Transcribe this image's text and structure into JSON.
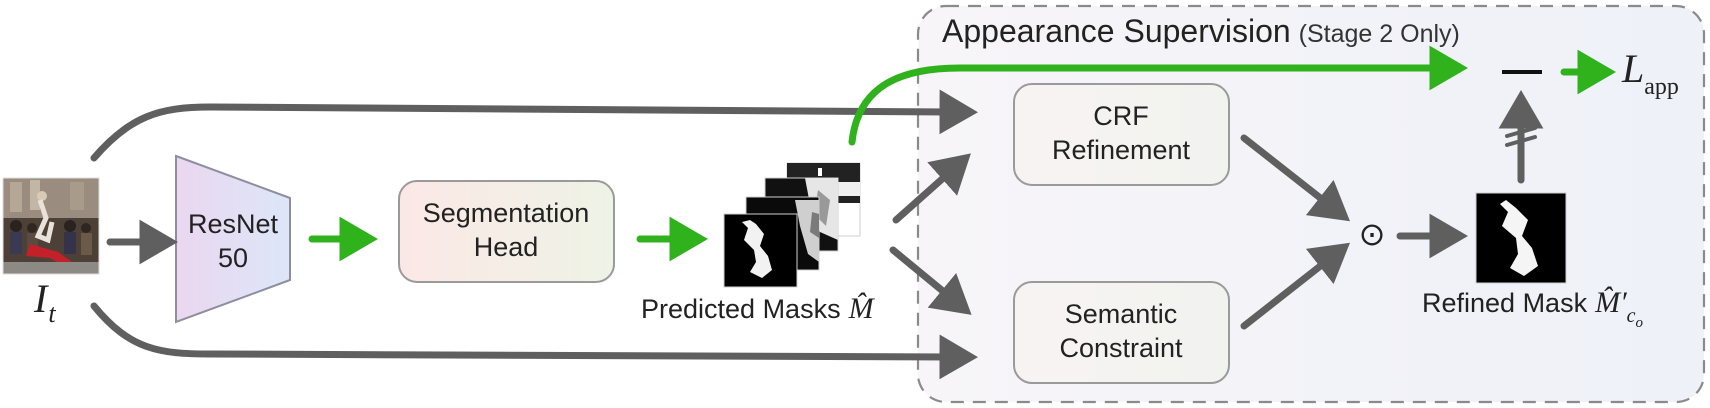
{
  "colors": {
    "arrow_gray": "#5f5f5f",
    "arrow_green": "#2fb21c",
    "panel_border": "#8a8a8a",
    "box_border": "#9a9a9a",
    "text": "#222222"
  },
  "panel": {
    "title": "Appearance Supervision",
    "subtitle": "(Stage 2 Only)"
  },
  "input": {
    "label": "I",
    "subscript": "t",
    "image_icon": "street-dance-photo"
  },
  "resnet": {
    "line1": "ResNet",
    "line2": "50"
  },
  "seg_head": {
    "line1": "Segmentation",
    "line2": "Head"
  },
  "masks": {
    "label": "Predicted Masks",
    "symbol": "M̂"
  },
  "crf": {
    "line1": "CRF",
    "line2": "Refinement"
  },
  "semantic": {
    "line1": "Semantic",
    "line2": "Constraint"
  },
  "product": {
    "symbol": "⊙"
  },
  "refined": {
    "label": "Refined Mask",
    "symbol": "M̂′",
    "subscript": "c",
    "subsub": "o"
  },
  "loss": {
    "minus": "−",
    "symbol": "L",
    "subscript": "app"
  }
}
